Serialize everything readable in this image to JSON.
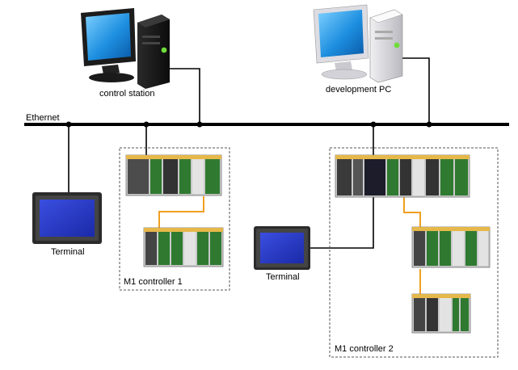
{
  "diagram": {
    "network_label": "Ethernet",
    "nodes": {
      "control_station": {
        "label": "control station",
        "icon": "desktop-computer-icon"
      },
      "development_pc": {
        "label": "development PC",
        "icon": "desktop-computer-icon"
      },
      "terminal_left": {
        "label": "Terminal",
        "icon": "touch-panel-terminal-icon"
      },
      "terminal_right": {
        "label": "Terminal",
        "icon": "touch-panel-terminal-icon"
      },
      "m1_controller_1": {
        "label": "M1 controller 1",
        "icon": "plc-rack-icon"
      },
      "m1_controller_2": {
        "label": "M1 controller 2",
        "icon": "plc-rack-icon"
      }
    },
    "colors": {
      "network_line": "#000000",
      "fiber_link": "#f0a020",
      "screen_blue": "#2a3cc8",
      "module_green": "#2f7a30",
      "pc_monitor_dark": "#1a1a1a",
      "pc_monitor_light": "#d8d8dc"
    }
  }
}
